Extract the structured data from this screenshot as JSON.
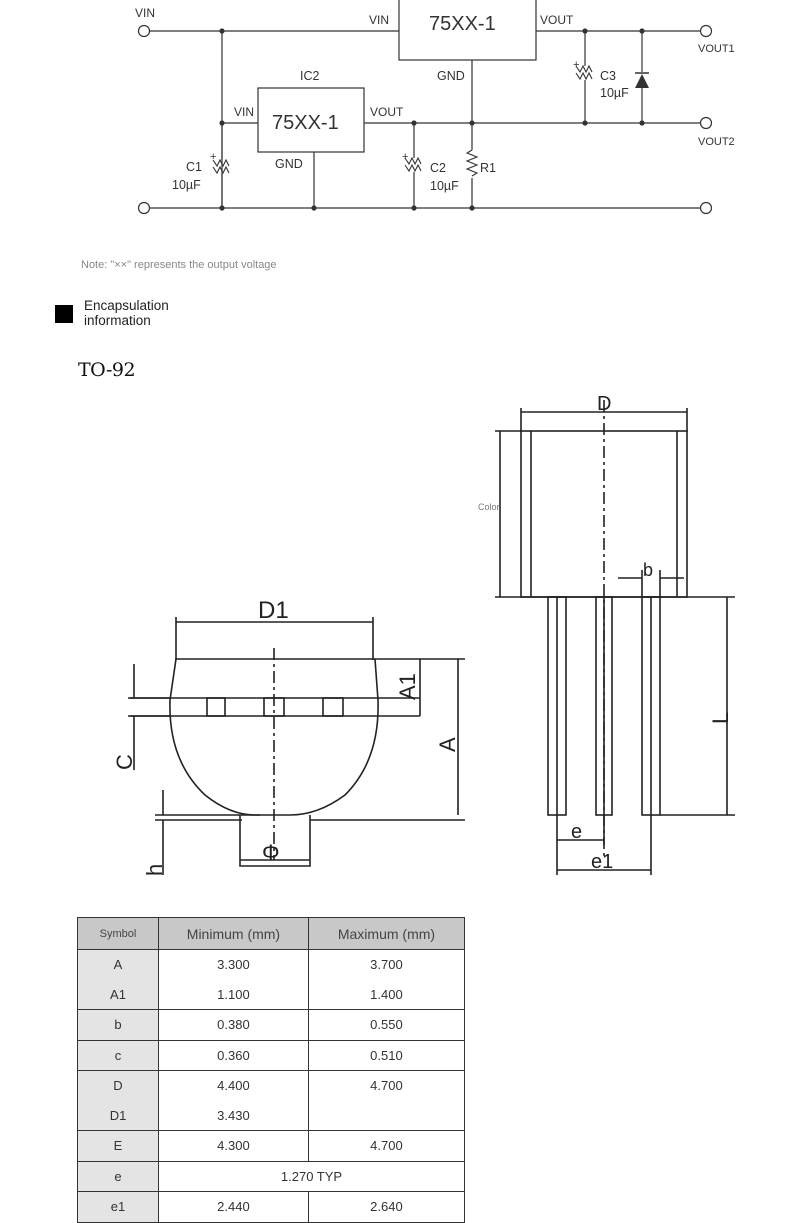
{
  "circuit": {
    "ic1_part": "75XX-1",
    "ic2_label": "IC2",
    "ic2_part": "75XX-1",
    "vin": "VIN",
    "vout": "VOUT",
    "gnd": "GND",
    "vout1": "VOUT1",
    "vout2": "VOUT2",
    "c1": "C1",
    "c1_value": "10µF",
    "c2": "C2",
    "c2_value": "10µF",
    "c3": "C3",
    "c3_value": "10µF",
    "r1": "R1",
    "plus": "+"
  },
  "note": "Note: \"××\" represents the output voltage",
  "section": {
    "title_line1": "Encapsulation",
    "title_line2": "information"
  },
  "package": {
    "title": "TO-92",
    "color_label": "Color",
    "dims": {
      "D": "D",
      "D1": "D1",
      "A": "A",
      "A1": "A1",
      "C": "C",
      "h": "h",
      "phi": "Φ",
      "b": "b",
      "L": "L",
      "e": "e",
      "e1": "e1"
    }
  },
  "table": {
    "headers": [
      "Symbol",
      "Minimum (mm)",
      "Maximum (mm)"
    ],
    "rows": [
      {
        "symbol": "A",
        "min": "3.300",
        "max": "3.700"
      },
      {
        "symbol": "A1",
        "min": "1.100",
        "max": "1.400"
      },
      {
        "symbol": "b",
        "min": "0.380",
        "max": "0.550"
      },
      {
        "symbol": "c",
        "min": "0.360",
        "max": "0.510"
      },
      {
        "symbol": "D",
        "min": "4.400",
        "max": "4.700"
      },
      {
        "symbol": "D1",
        "min": "3.430",
        "max": ""
      },
      {
        "symbol": "E",
        "min": "4.300",
        "max": "4.700"
      },
      {
        "symbol": "e",
        "typ": "1.270 TYP"
      },
      {
        "symbol": "e1",
        "min": "2.440",
        "max": "2.640"
      }
    ]
  }
}
